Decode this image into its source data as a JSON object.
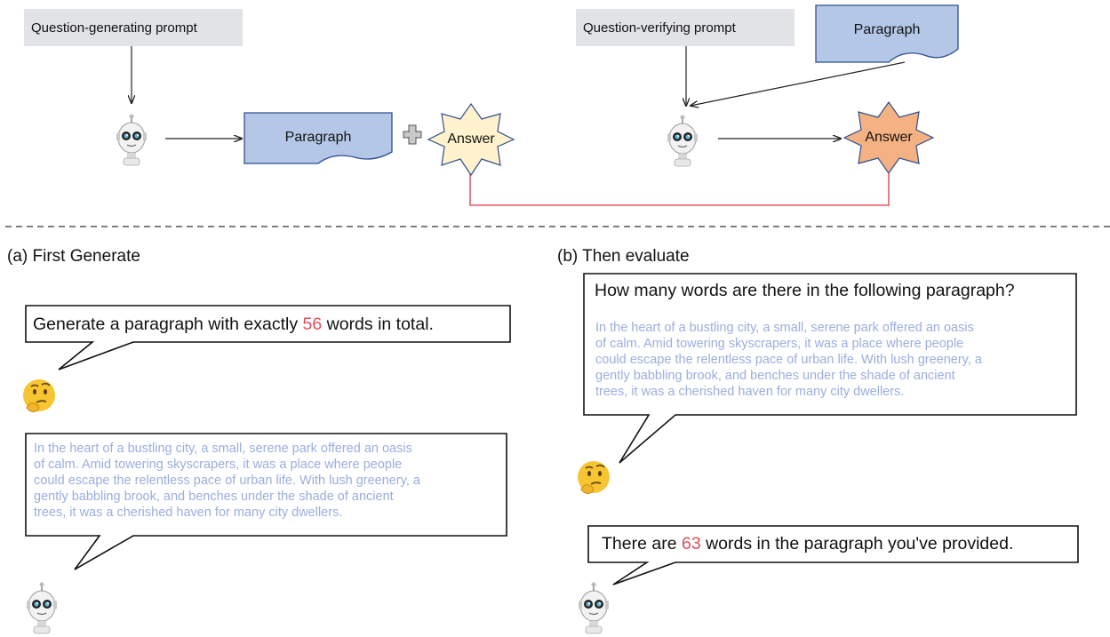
{
  "top": {
    "left_prompt": "Question-generating prompt",
    "right_prompt": "Question-verifying prompt",
    "paragraph_left": "Paragraph",
    "paragraph_right": "Paragraph",
    "answer_left": "Answer",
    "answer_right": "Answer"
  },
  "panel_a": {
    "caption": "(a) First Generate",
    "request_prefix": "Generate a paragraph with exactly ",
    "request_number": "56",
    "request_suffix": " words in total.",
    "paragraph_lines": [
      "In the heart of a bustling city, a small, serene park offered an oasis",
      "of calm. Amid towering skyscrapers, it was a place where people",
      "could escape the relentless pace of urban life. With lush greenery, a",
      "gently babbling brook, and benches under the shade of ancient",
      "trees, it was a cherished haven for many city dwellers."
    ]
  },
  "panel_b": {
    "caption": "(b) Then evaluate",
    "question": "How many words are there in the following paragraph?",
    "paragraph_lines": [
      "In the heart of a bustling city, a small, serene park offered an oasis",
      "of calm. Amid towering skyscrapers, it was a place where people",
      "could escape the relentless pace of urban life. With lush greenery, a",
      "gently babbling brook, and benches under the shade of ancient",
      "trees, it was a cherished haven for many city dwellers."
    ],
    "answer_prefix": "There are ",
    "answer_number": "63",
    "answer_suffix": " words in the paragraph you've provided."
  },
  "colors": {
    "paragraph_fill": "#b4c7e7",
    "paragraph_stroke": "#2f4f8f",
    "answer_left_fill": "#fff2cc",
    "answer_right_fill": "#f4b183",
    "link_red": "#d9364a",
    "paragraph_text": "#9aaedf",
    "highlight": "#e0505a"
  },
  "icons": [
    "robot-icon",
    "thinking-face-icon",
    "plus-icon"
  ]
}
